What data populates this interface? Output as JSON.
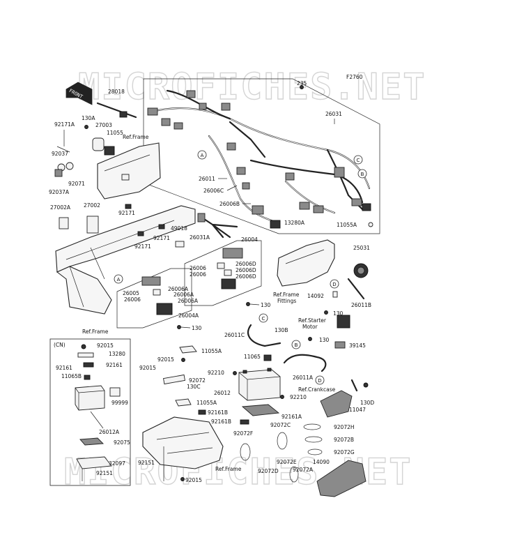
{
  "figure_code": "F2760",
  "watermark": "MICROFICHES.NET",
  "front_arrow": "FRONT",
  "cn_label": "(CN)",
  "circle_refs": [
    "A",
    "B",
    "C",
    "D"
  ],
  "labels": {
    "p235": "235",
    "p26031": "26031",
    "p28018": "28018",
    "p130A": "130A",
    "p92171A": "92171A",
    "p27003": "27003",
    "p11055": "11055",
    "refFrame1": "Ref.Frame",
    "p92037": "92037",
    "p92071": "92071",
    "p92037A": "92037A",
    "p27002A": "27002A",
    "p27002": "27002",
    "p92171a": "92171",
    "p49018": "49018",
    "p92171b": "92171",
    "p92171c": "92171",
    "p26031A": "26031A",
    "p26011": "26011",
    "p26006C": "26006C",
    "p26006B": "26006B",
    "p13280A": "13280A",
    "p11055A": "11055A",
    "p26004": "26004",
    "p26006a": "26006",
    "p26006b": "26006",
    "p26006D1": "26006D",
    "p26006D2": "26006D",
    "p26006D3": "26006D",
    "p130a": "130",
    "p26005": "26005",
    "p26006c": "26006",
    "p26006A1": "26006A",
    "p26006A2": "26006A",
    "p26006A3": "26006A",
    "p26004A": "26004A",
    "p130b": "130",
    "refFrame2": "Ref.Frame",
    "p25031": "25031",
    "refFrameFittings1": "Ref.Frame",
    "refFrameFittings2": "Fittings",
    "p14092": "14092",
    "p26011B": "26011B",
    "p130c": "130",
    "refStarter1": "Ref.Starter",
    "refStarter2": "Motor",
    "p130B": "130B",
    "p26011C": "26011C",
    "p130d": "130",
    "p39145": "39145",
    "p11055A2": "11055A",
    "p92015a": "92015",
    "p92015b": "92015",
    "p11065": "11065",
    "p92210a": "92210",
    "p92072a": "92072",
    "p130C": "130C",
    "p26012": "26012",
    "p92210b": "92210",
    "p26011A": "26011A",
    "refCrankcase": "Ref.Crankcase",
    "p11055A3": "11055A",
    "p92161B1": "92161B",
    "p92161B2": "92161B",
    "p92161A": "92161A",
    "p11047": "11047",
    "p130D": "130D",
    "p92072F": "92072F",
    "p92072C": "92072C",
    "p92072H": "92072H",
    "p92072B": "92072B",
    "p92072G": "92072G",
    "p92151": "92151",
    "refFrame3": "Ref.Frame",
    "p92015c": "92015",
    "p92072D": "92072D",
    "p92072E": "92072E",
    "p92072A": "92072A",
    "p14090": "14090",
    "cn92015": "92015",
    "cn13280": "13280",
    "cn92161a": "92161",
    "cn92161b": "92161",
    "cn11065B": "11065B",
    "cn99999": "99999",
    "cn26012A": "26012A",
    "cn92075": "92075",
    "cn32097": "32097",
    "cn92151": "92151"
  }
}
